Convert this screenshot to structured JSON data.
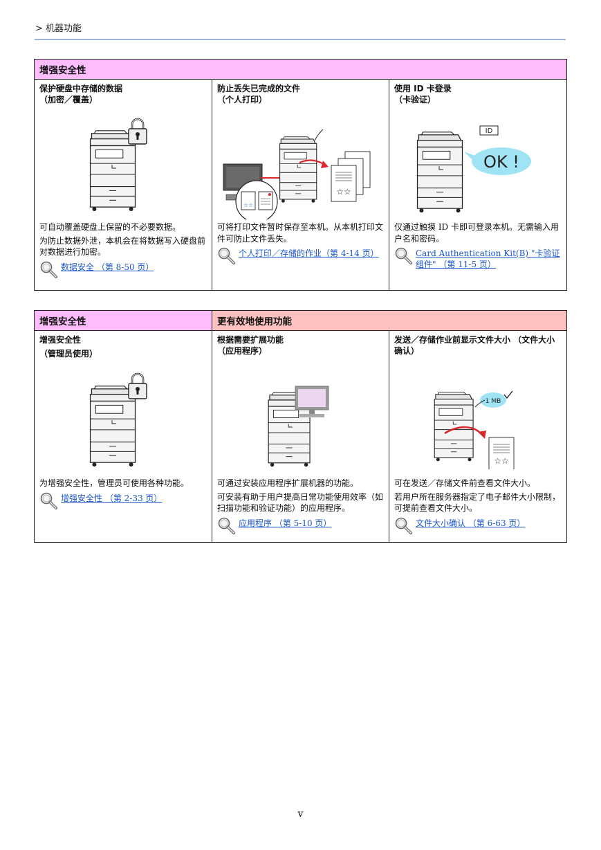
{
  "breadcrumb": "> 机器功能",
  "page_number": "v",
  "colors": {
    "header_pink": "#fdbcfb",
    "header_rose": "#fdc1c1",
    "link": "#1d56c9",
    "rule": "#9db3d8",
    "arrow": "#d9272e"
  },
  "table1": {
    "header": "增强安全性",
    "cells": [
      {
        "title_1": "保护硬盘中存储的数据",
        "title_2": "（加密／覆盖）",
        "text_1": "可自动覆盖硬盘上保留的不必要数据。",
        "text_2": "为防止数据外泄，本机会在将数据写入硬盘前对数据进行加密。",
        "link": "数据安全 （第 8-50 页）",
        "icons": [
          "printer-icon",
          "padlock-icon",
          "magnifier-icon"
        ]
      },
      {
        "title_1": "防止丢失已完成的文件",
        "title_2": "（个人打印）",
        "text_1": "可将打印文件暂时保存至本机。从本机打印文件可防止文件丢失。",
        "link": "个人打印／存储的作业（第 4-14 页）",
        "icons": [
          "computer-icon",
          "printer-icon",
          "document-stack-icon",
          "magnifier-icon"
        ]
      },
      {
        "title_1": "使用 ID 卡登录",
        "title_2": "（卡验证）",
        "id_label": "ID",
        "ok_label": "OK !",
        "text_1": "仅通过触摸 ID 卡即可登录本机。无需输入用户名和密码。",
        "link": "Card Authentication Kit(B) \"卡验证组件\" （第 11-5 页）",
        "icons": [
          "printer-icon",
          "id-card-icon",
          "magnifier-icon"
        ]
      }
    ]
  },
  "table2": {
    "header_left": "增强安全性",
    "header_right": "更有效地使用功能",
    "cells": [
      {
        "title_1": "增强安全性",
        "title_2": "（管理员使用）",
        "text_1": "为增强安全性，管理员可使用各种功能。",
        "link": "增强安全性 （第 2-33 页）",
        "icons": [
          "printer-icon",
          "padlock-icon",
          "magnifier-icon"
        ]
      },
      {
        "title_1": "根据需要扩展功能",
        "title_2": "（应用程序）",
        "text_1": "可通过安装应用程序扩展机器的功能。",
        "text_2": "可安装有助于用户提高日常功能使用效率（如扫描功能和验证功能）的应用程序。",
        "link": "应用程序 （第 5-10 页）",
        "icons": [
          "printer-icon",
          "monitor-icon",
          "magnifier-icon"
        ]
      },
      {
        "title_1": "发送／存储作业前显示文件大小 （文件大小确认）",
        "size_label": "1 MB",
        "text_1": "可在发送／存储文件前查看文件大小。",
        "text_2": "若用户所在服务器指定了电子邮件大小限制，可提前查看文件大小。",
        "link": "文件大小确认 （第 6-63 页）",
        "icons": [
          "printer-icon",
          "checkmark-icon",
          "document-icon",
          "magnifier-icon"
        ]
      }
    ]
  }
}
